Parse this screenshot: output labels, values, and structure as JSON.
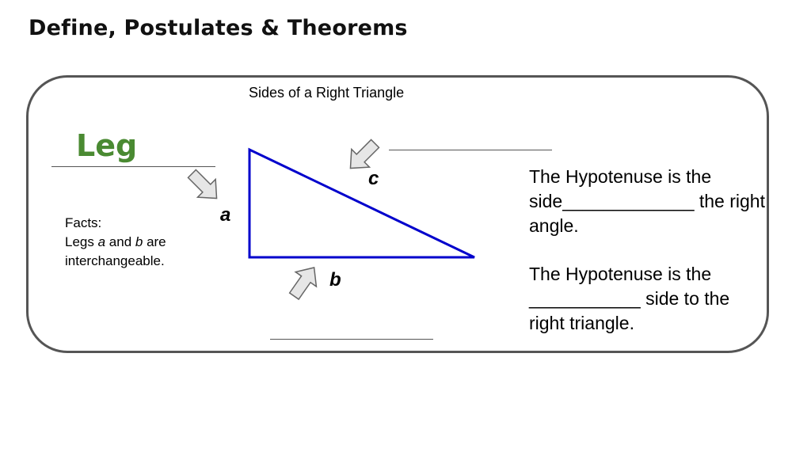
{
  "header": {
    "title": "Define, Postulates & Theorems"
  },
  "diagram": {
    "caption": "Sides of a Right Triangle",
    "leg_word": "Leg",
    "side_labels": {
      "a": "a",
      "b": "b",
      "c": "c"
    },
    "triangle_color": "#0000cc",
    "leg_word_color": "#4a8a32",
    "arrow_fill": "#e6e6e6",
    "arrow_stroke": "#666666"
  },
  "facts": {
    "heading": "Facts:",
    "line1_pre": "Legs ",
    "var_a": "a",
    "line1_mid": " and ",
    "var_b": "b",
    "line1_post": " are",
    "line2": "interchangeable."
  },
  "statements": {
    "s1": "The Hypotenuse is the side_____________ the right angle.",
    "s2": "The Hypotenuse is the ___________ side to the right triangle."
  }
}
